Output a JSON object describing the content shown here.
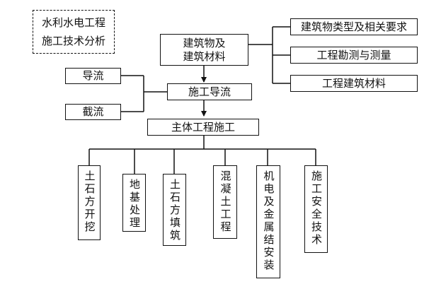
{
  "title": {
    "line1": "水利水电工程",
    "line2": "施工技术分析"
  },
  "nodes": {
    "materials": {
      "line1": "建筑物及",
      "line2": "建筑材料"
    },
    "building_types": "建筑物类型及相关要求",
    "survey": "工程勘测与测量",
    "eng_materials": "工程建筑材料",
    "diversion_main": "施工导流",
    "diversion": "导流",
    "closure": "截流",
    "main_works": "主体工程施工"
  },
  "children": [
    "土石方开挖",
    "地基处理",
    "土石方填筑",
    "混凝土工程",
    "机电及金属结安装",
    "施工安全技术"
  ]
}
